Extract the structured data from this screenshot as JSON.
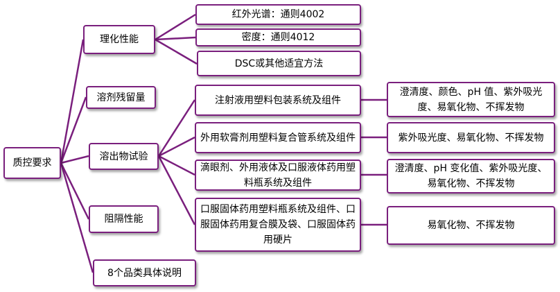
{
  "root": "质控要求",
  "branches": [
    {
      "label": "理化性能",
      "children": [
        {
          "label": "红外光谱：通则4002"
        },
        {
          "label": "密度：通则4012"
        },
        {
          "label": "DSC或其他适宜方法"
        }
      ]
    },
    {
      "label": "溶剂残留量"
    },
    {
      "label": "溶出物试验",
      "children": [
        {
          "label": "注射液用塑料包装系统及组件",
          "detail": "澄清度、颜色、pH 值、紫外吸光度、易氧化物、不挥发物"
        },
        {
          "label": "外用软膏剂用塑料复合管系统及组件",
          "detail": "紫外吸光度、易氧化物、不挥发物"
        },
        {
          "label": "滴眼剂、外用液体及口服液体药用塑料瓶系统及组件",
          "detail": "澄清度、pH 变化值、紫外吸光度、易氧化物、不挥发物"
        },
        {
          "label": "口服固体药用塑料瓶系统及组件、口服固体药用复合膜及袋、口服固体药用硬片",
          "detail": "易氧化物、不挥发物"
        }
      ]
    },
    {
      "label": "阻隔性能"
    },
    {
      "label": "8个品类具体说明"
    }
  ],
  "colors": {
    "border": "#7a1f7d",
    "connector": "#7a1f7d"
  }
}
